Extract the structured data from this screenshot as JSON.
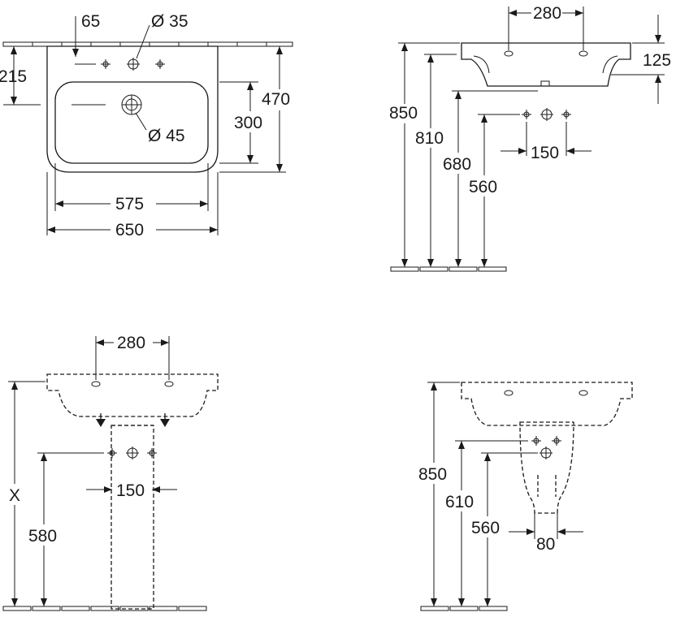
{
  "top_view": {
    "hole_offset": "65",
    "tap_hole_dia": "Ø 35",
    "overflow_height": "215",
    "bowl_depth": "300",
    "total_depth": "470",
    "drain_dia": "Ø 45",
    "inner_width": "575",
    "total_width": "650"
  },
  "side_view": {
    "hole_spacing": "280",
    "rim_height": "125",
    "installation_height": "850",
    "bowl_top_height": "810",
    "waste_height": "680",
    "supply_height": "560",
    "supply_spacing": "150"
  },
  "pedestal_view": {
    "hole_spacing": "280",
    "variable_height": "X",
    "supply_height": "580",
    "supply_spacing": "150"
  },
  "semi_pedestal_view": {
    "installation_height": "850",
    "waste_height": "610",
    "supply_height": "560",
    "pedestal_width": "80"
  }
}
